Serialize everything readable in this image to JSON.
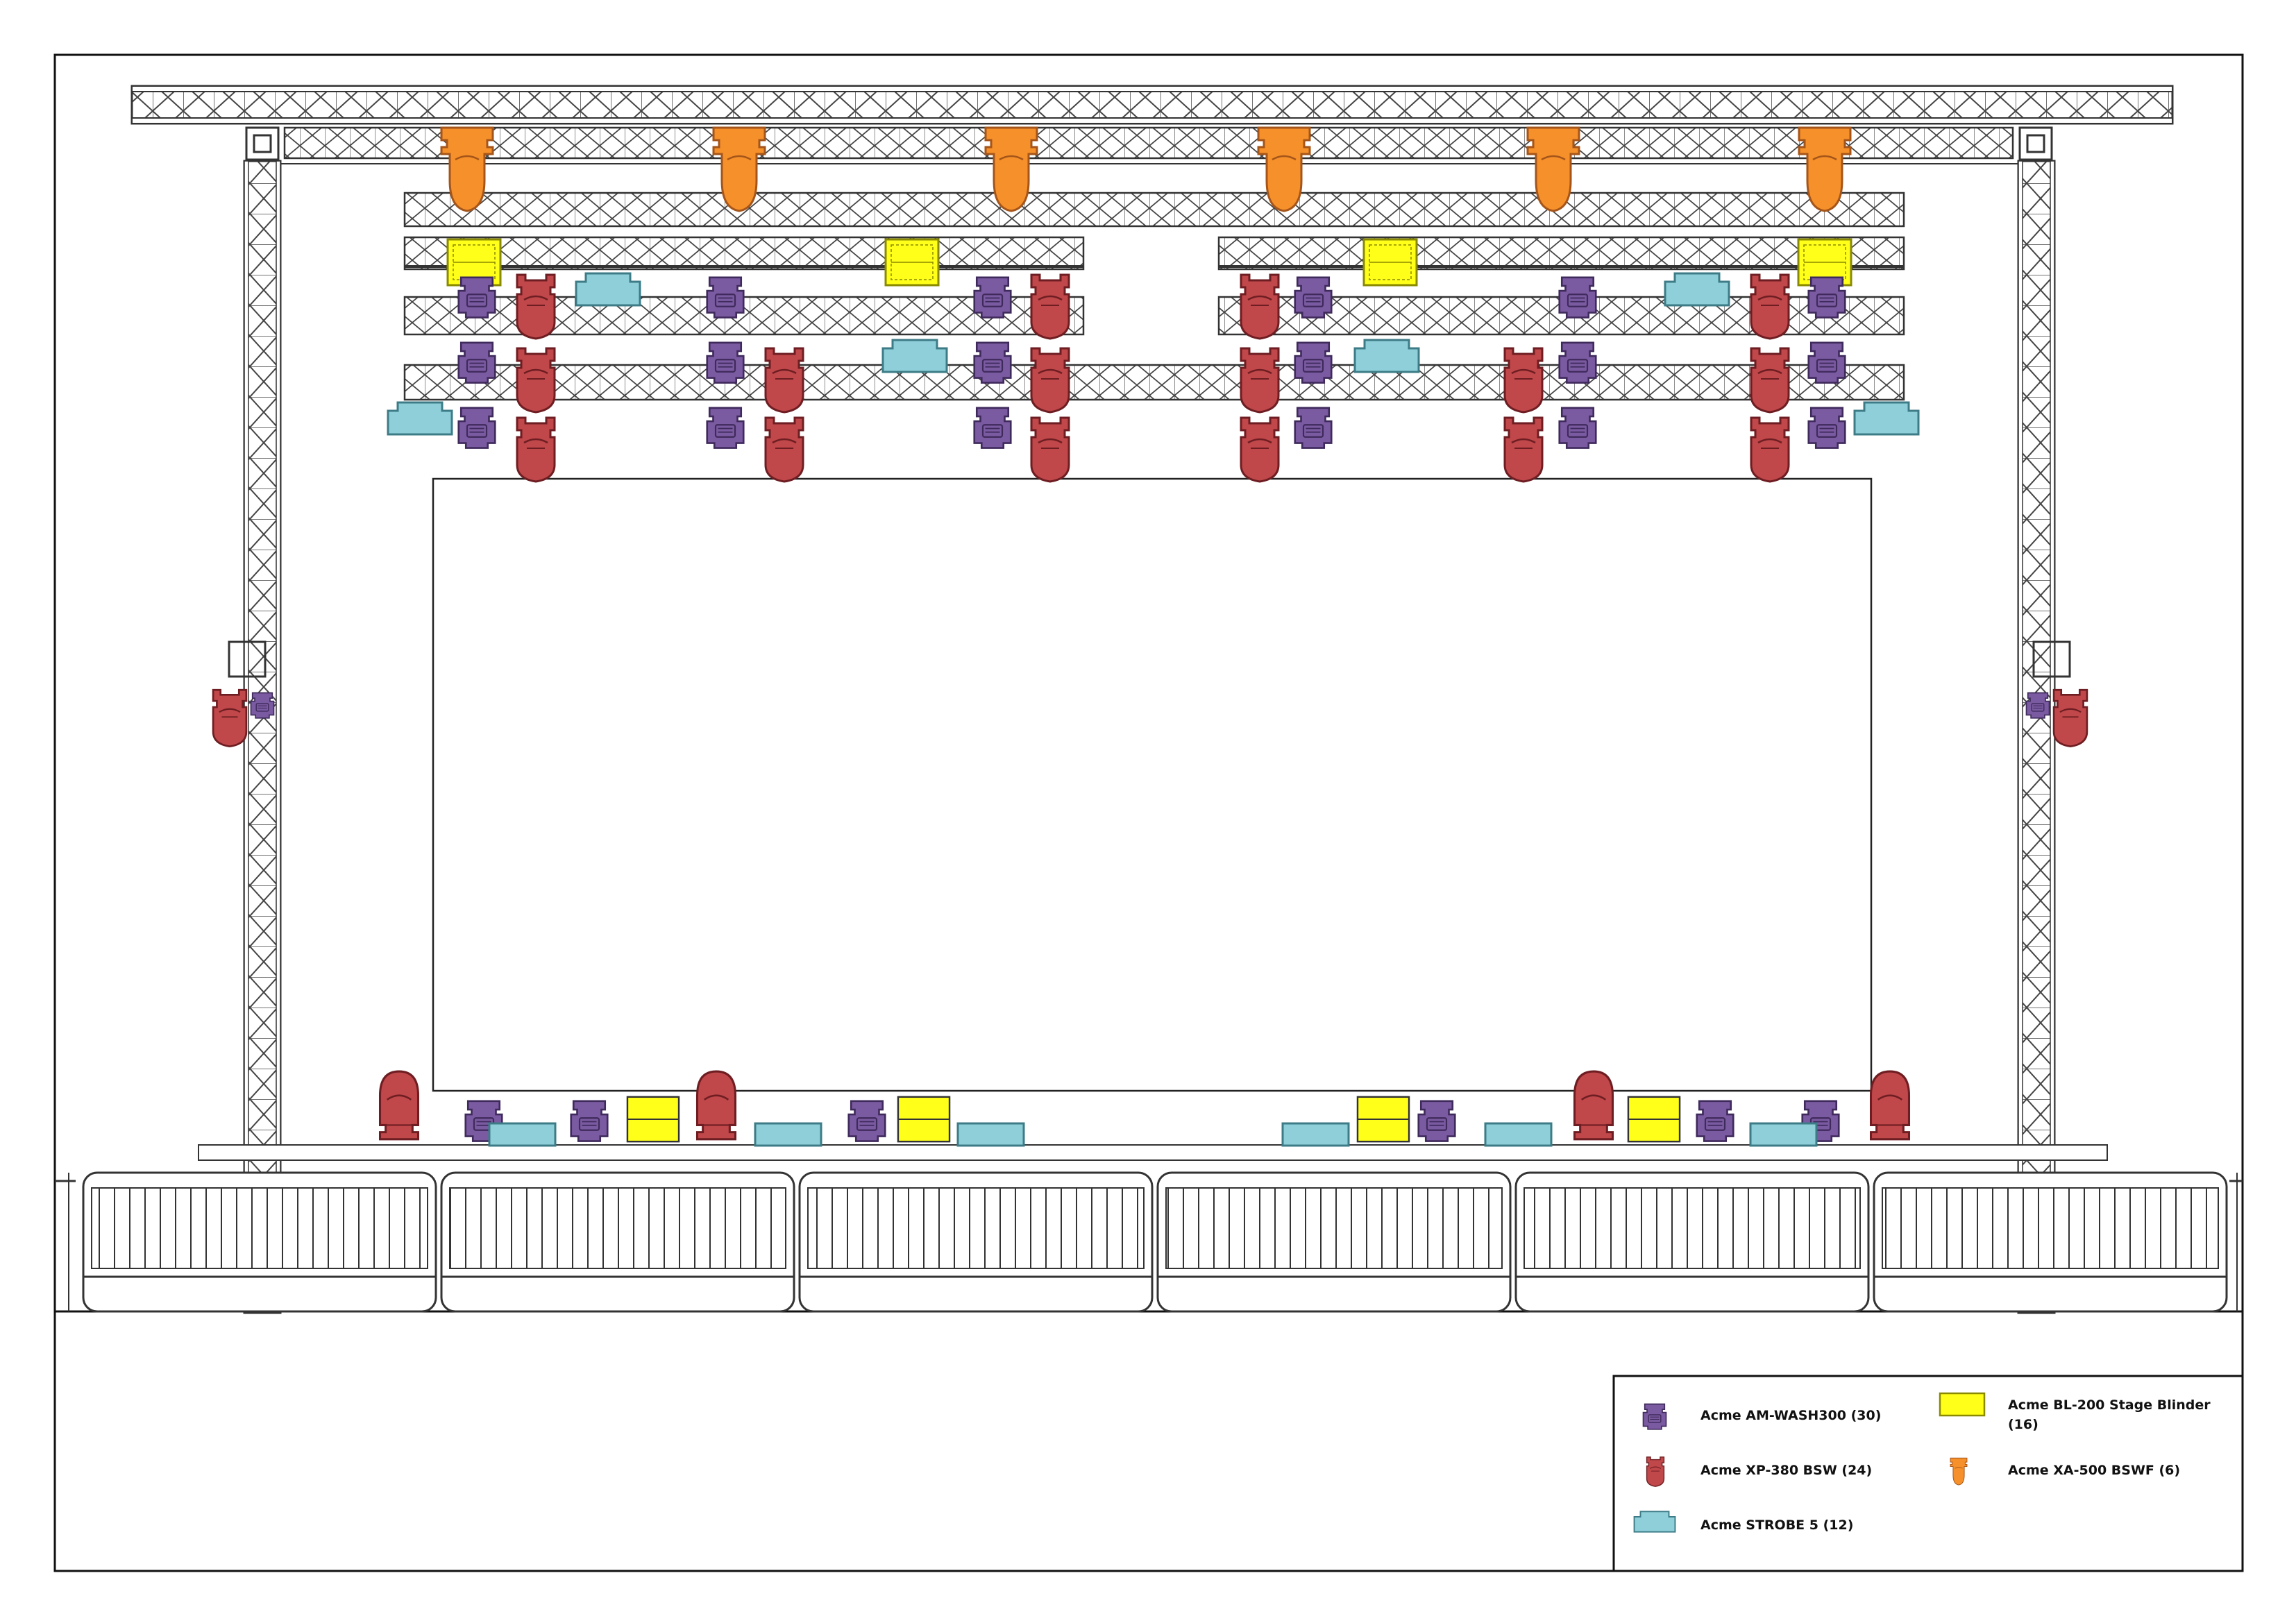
{
  "colors": {
    "wash": "#7a5aa0",
    "wash_stroke": "#3f2a5c",
    "spot": "#c0474a",
    "spot_stroke": "#6e1e22",
    "strobe": "#8ecfd9",
    "strobe_stroke": "#3d7c87",
    "blinder": "#ffff1a",
    "blinder_stroke": "#8a8a00",
    "beam": "#f5902a",
    "beam_stroke": "#a5551a",
    "line": "#222222"
  },
  "legend": {
    "items": [
      {
        "key": "wash",
        "icon": "moving-head-wash-icon",
        "label": "Acme AM-WASH300 (30)"
      },
      {
        "key": "blinder",
        "icon": "blinder-icon",
        "label": "Acme BL-200 Stage Blinder",
        "label2": "(16)"
      },
      {
        "key": "spot",
        "icon": "moving-head-spot-icon",
        "label": "Acme XP-380 BSW (24)"
      },
      {
        "key": "beam",
        "icon": "moving-head-beam-icon",
        "label": "Acme XA-500 BSWF (6)"
      },
      {
        "key": "strobe",
        "icon": "strobe-icon",
        "label": "Acme STROBE 5 (12)"
      }
    ]
  }
}
